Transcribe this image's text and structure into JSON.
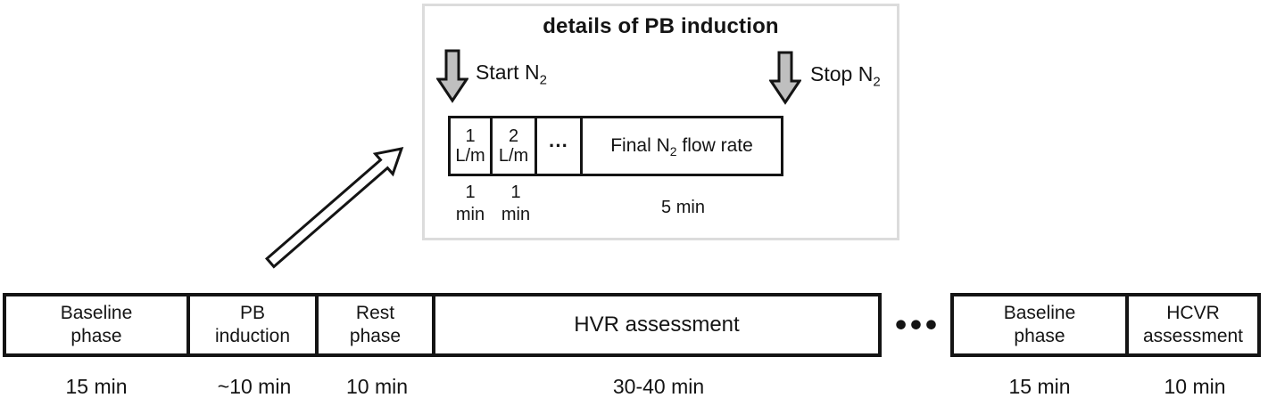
{
  "colors": {
    "line": "#141414",
    "gray_arrow_fill": "#bfbfbf",
    "inset_border": "#dcdcdc",
    "background": "#ffffff"
  },
  "inset": {
    "title": "details of PB induction",
    "start_label": {
      "main": "Start N",
      "sub": "2"
    },
    "stop_label": {
      "main": "Stop N",
      "sub": "2"
    },
    "flow_boxes": {
      "box1": "1\nL/m",
      "box2": "2\nL/m",
      "box3": "···",
      "box4": {
        "pre": "Final N",
        "sub": "2",
        "post": " flow rate"
      }
    },
    "flow_durations": {
      "box1": "1\nmin",
      "box2": "1\nmin",
      "box4": "5 min"
    }
  },
  "timeline": {
    "group1": [
      {
        "label": "Baseline\nphase",
        "duration": "15 min"
      },
      {
        "label": "PB\ninduction",
        "duration": "~10 min"
      },
      {
        "label": "Rest\nphase",
        "duration": "10 min"
      },
      {
        "label": "HVR assessment",
        "duration": "30-40 min"
      }
    ],
    "ellipsis": "•••",
    "group2": [
      {
        "label": "Baseline\nphase",
        "duration": "15 min"
      },
      {
        "label": "HCVR\nassessment",
        "duration": "10 min"
      }
    ]
  }
}
